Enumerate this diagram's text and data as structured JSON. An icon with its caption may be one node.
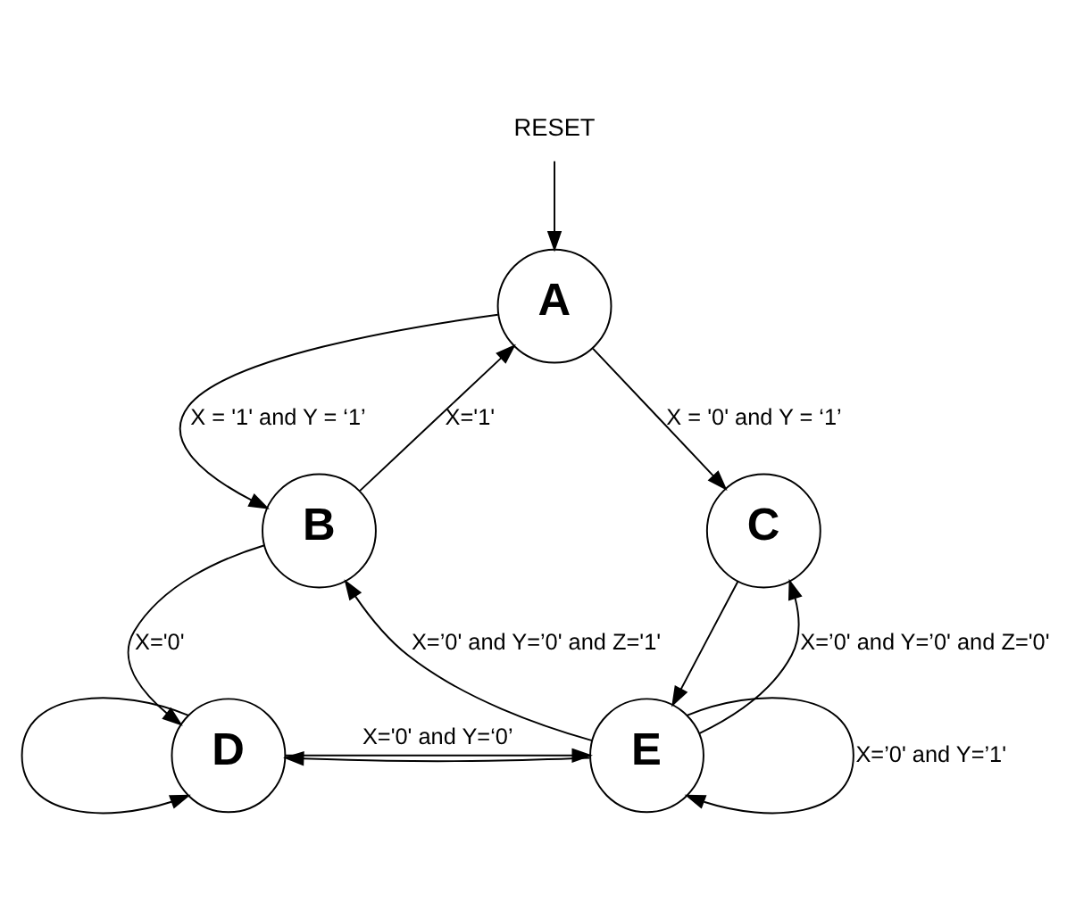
{
  "diagram": {
    "nodes": [
      {
        "text": [
          "RESET"
        ]
      },
      {
        "text": [
          "A"
        ]
      },
      {
        "text": [
          "B"
        ]
      },
      {
        "text": [
          "C"
        ]
      },
      {
        "text": [
          "D"
        ]
      },
      {
        "text": [
          "E"
        ]
      }
    ],
    "edges": [
      {
        "from": 0,
        "to": 1,
        "arrow": "to"
      },
      {
        "from": 1,
        "to": 2,
        "arrow": "to",
        "label": "X = '1' and Y = ‘1’"
      },
      {
        "from": 2,
        "to": 1,
        "arrow": "to",
        "label": "X='1'"
      },
      {
        "from": 1,
        "to": 3,
        "arrow": "to",
        "label": "X = '0' and Y = ‘1’"
      },
      {
        "from": 3,
        "to": 5,
        "arrow": "to"
      },
      {
        "from": 5,
        "to": 3,
        "arrow": "to",
        "label": "X=’0' and Y=’0' and Z='0'"
      },
      {
        "from": 5,
        "to": 2,
        "arrow": "to",
        "label": "X=’0' and Y=’0' and Z='1'"
      },
      {
        "from": 2,
        "to": 4,
        "arrow": "to",
        "label": "X='0'"
      },
      {
        "from": 4,
        "to": 5,
        "arrow": "to",
        "label": "X='0' and Y=‘0’"
      },
      {
        "from": 5,
        "to": 4,
        "arrow": "to"
      },
      {
        "from": 4,
        "to": 4,
        "arrow": "to"
      },
      {
        "from": 5,
        "to": 5,
        "arrow": "to",
        "label": "X=’0' and Y=’1'"
      }
    ]
  }
}
